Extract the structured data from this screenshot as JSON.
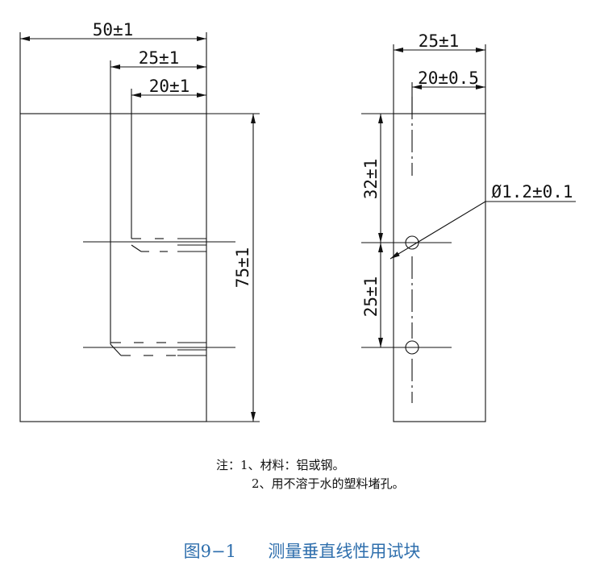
{
  "colors": {
    "line": "#111111",
    "caption": "#2f6fad"
  },
  "front_view": {
    "dim_width": "50±1",
    "dim_outer_slot": "25±1",
    "dim_inner_slot": "20±1",
    "dim_height": "75±1"
  },
  "side_view": {
    "dim_width": "25±1",
    "dim_hole_offset": "20±0.5",
    "dim_top_to_hole": "32±1",
    "dim_hole_spacing": "25±1",
    "dim_hole_diameter": "Ø1.2±0.1"
  },
  "notes": {
    "line1": "注：1、材料：铝或钢。",
    "line2": "2、用不溶于水的塑料堵孔。"
  },
  "caption": {
    "number": "图9−1",
    "title": "测量垂直线性用试块"
  }
}
